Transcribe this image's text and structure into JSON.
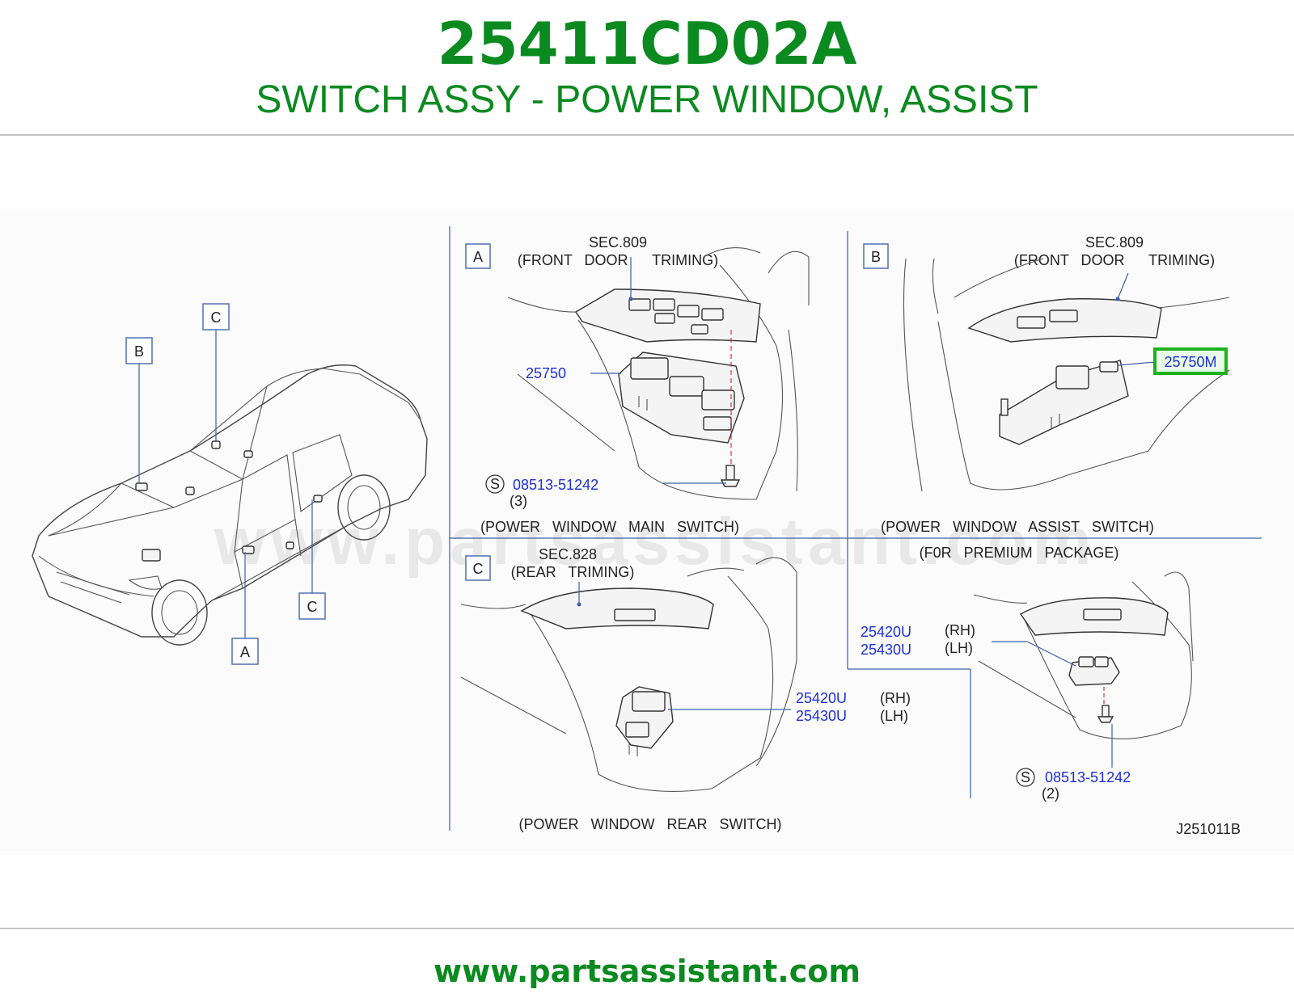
{
  "header": {
    "part_number": "25411CD02A",
    "part_name": "SWITCH ASSY - POWER WINDOW, ASSIST"
  },
  "watermark": "www.partsassistant.com",
  "footer": {
    "url": "www.partsassistant.com"
  },
  "car_view": {
    "callouts": [
      "B",
      "C",
      "A",
      "C"
    ]
  },
  "panel_a": {
    "tag": "A",
    "section": "SEC.809",
    "trim": "(FRONT   DOOR      TRIMING)",
    "switch_part": "25750",
    "screw_symbol": "S",
    "screw_part": "08513-51242",
    "screw_qty": "(3)",
    "caption": "(POWER   WINDOW   MAIN   SWITCH)"
  },
  "panel_b": {
    "tag": "B",
    "section": "SEC.809",
    "trim": "(FRONT   DOOR      TRIMING)",
    "switch_part": "25750M",
    "caption": "(POWER   WINDOW   ASSIST   SWITCH)"
  },
  "panel_c": {
    "tag": "C",
    "section": "SEC.828",
    "trim": "(REAR   TRIMING)",
    "part_rh": "25420U",
    "part_lh": "25430U",
    "rh": "(RH)",
    "lh": "(LH)",
    "caption": "(POWER   WINDOW   REAR   SWITCH)"
  },
  "panel_d": {
    "package": "(F0R   PREMIUM   PACKAGE)",
    "part_rh": "25420U",
    "part_lh": "25430U",
    "rh": "(RH)",
    "lh": "(LH)",
    "screw_symbol": "S",
    "screw_part": "08513-51242",
    "screw_qty": "(2)",
    "drawing_code": "J251011B"
  },
  "colors": {
    "brand_green": "#0a8a1f",
    "part_blue": "#1f2fd6",
    "highlight": "#1bb21b"
  }
}
